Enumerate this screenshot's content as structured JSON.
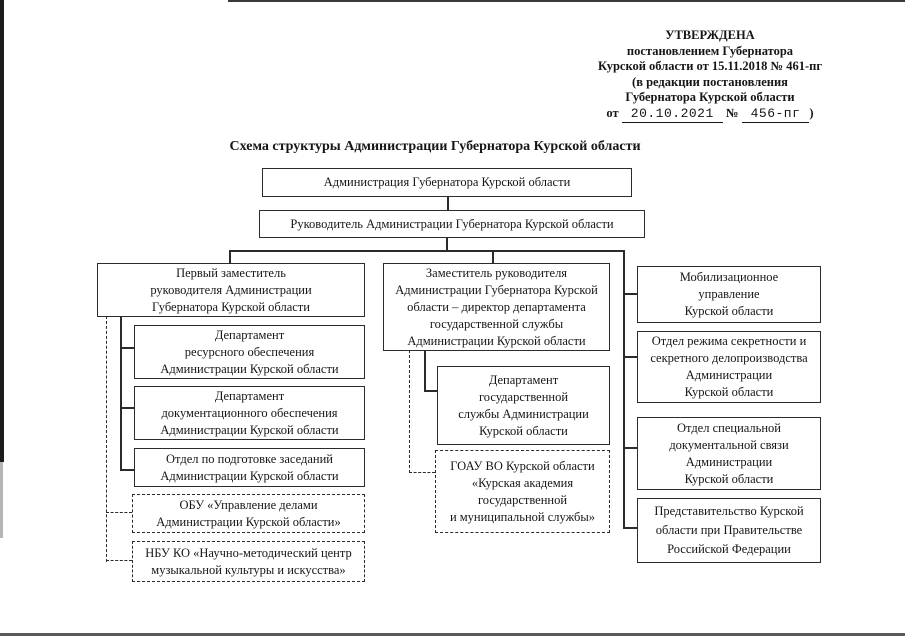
{
  "approval": {
    "lines": [
      "УТВЕРЖДЕНА",
      "постановлением Губернатора",
      "Курской области от 15.11.2018 № 461-пг",
      "(в редакции постановления",
      "Губернатора Курской области"
    ],
    "footer": {
      "prefix": "от",
      "date": "20.10.2021",
      "numero": "№",
      "number": "456-пг",
      "suffix": ")"
    }
  },
  "title": "Схема структуры Администрации Губернатора Курской области",
  "org": {
    "administration": "Администрация Губернатора Курской области",
    "head": "Руководитель Администрации Губернатора Курской области",
    "first_deputy": [
      "Первый заместитель",
      "руководителя Администрации",
      "Губернатора Курской области"
    ],
    "dept_resource": [
      "Департамент",
      "ресурсного обеспечения",
      "Администрации Курской области"
    ],
    "dept_documentation": [
      "Департамент",
      "документационного обеспечения",
      "Администрации Курской области"
    ],
    "dept_sessions": [
      "Отдел по подготовке заседаний",
      "Администрации Курской области"
    ],
    "obu_management": [
      "ОБУ «Управление делами",
      "Администрации Курской области»"
    ],
    "nbu_music_center": [
      "НБУ КО «Научно-методический центр",
      "музыкальной культуры и искусства»"
    ],
    "deputy_director": [
      "Заместитель руководителя",
      "Администрации Губернатора Курской",
      "области – директор департамента",
      "государственной службы",
      "Администрации Курской области"
    ],
    "dept_civil_service": [
      "Департамент",
      "государственной",
      "службы Администрации",
      "Курской области"
    ],
    "goau_academy": [
      "ГОАУ ВО Курской области",
      "«Курская академия",
      "государственной",
      "и муниципальной службы»"
    ],
    "mobilization": [
      "Мобилизационное",
      "управление",
      "Курской области"
    ],
    "secrecy_dept": [
      "Отдел режима секретности и",
      "секретного делопроизводства",
      "Администрации",
      "Курской области"
    ],
    "special_comm_dept": [
      "Отдел специальной",
      "документальной связи",
      "Администрации",
      "Курской области"
    ],
    "representation": [
      "Представительство Курской",
      "области при Правительстве",
      "Российской Федерации"
    ]
  }
}
